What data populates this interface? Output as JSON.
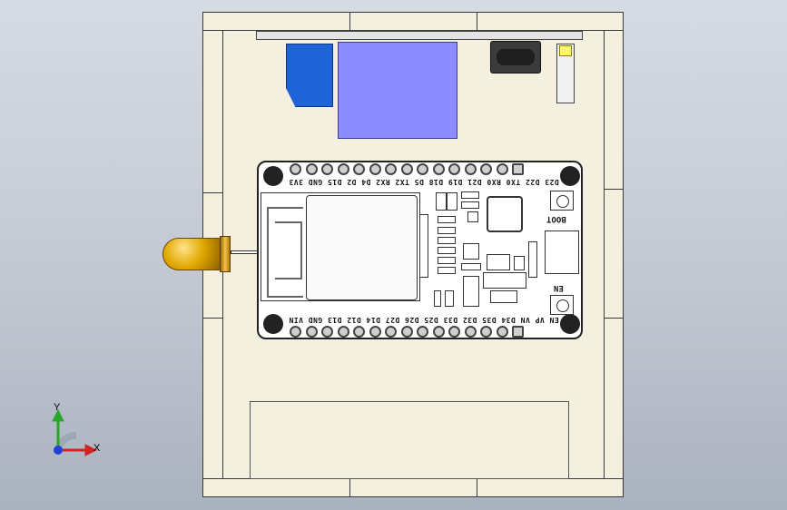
{
  "model_view": {
    "triad": {
      "y_label": "Y",
      "x_label": "X",
      "y_color": "#2aa62a",
      "x_color": "#d32323",
      "z_color": "#1e3fd8"
    },
    "pcb": {
      "top_pin_labels": "D23 D22 TX0 RX0 D21 D19 D18 D5 TX2 RX2 D4 D2 D15 GND 3V3",
      "bottom_pin_labels": "EN VP VN D34 D35 D32 D33 D25 D26 D27 D14 D12 D13 GND VIN",
      "boot_label": "BOOT",
      "en_label": "EN"
    },
    "colors": {
      "enclosure": "#f3f0df",
      "blue_block_dark": "#1f63d8",
      "blue_block_light": "#8c8cff",
      "antenna_gold": "#e0a800"
    }
  }
}
